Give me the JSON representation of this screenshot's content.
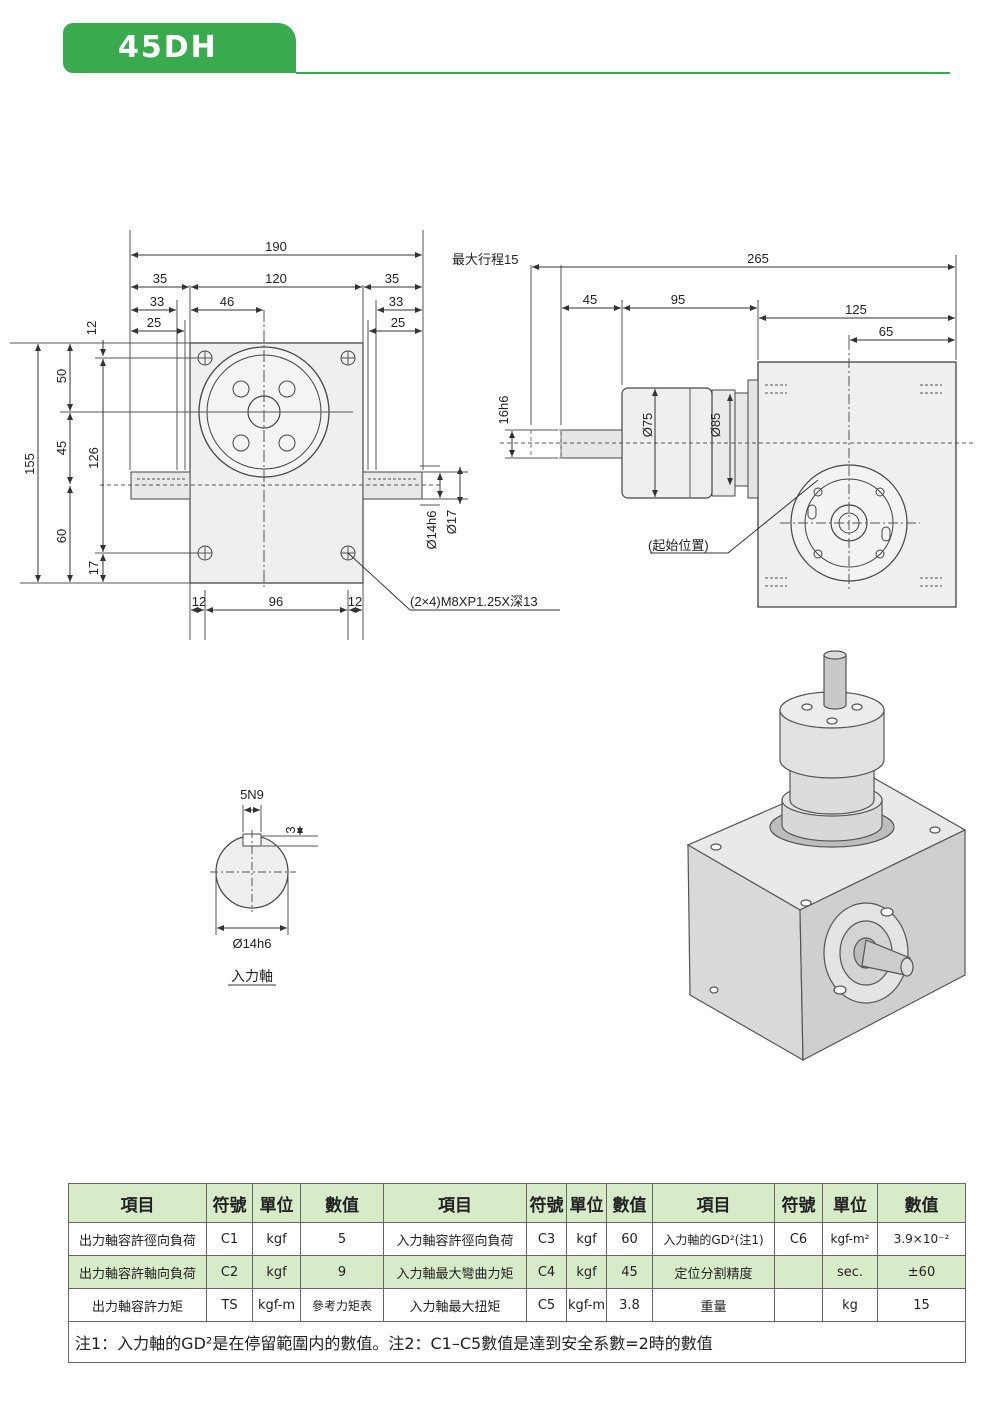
{
  "header": {
    "model": "45DH",
    "accent_color": "#3aaa4f"
  },
  "front_view": {
    "dims": {
      "w190": "190",
      "w35_left": "35",
      "w120": "120",
      "w35_right": "35",
      "w33_left": "33",
      "w46": "46",
      "w33_right": "33",
      "w25_left": "25",
      "w25_right": "25",
      "h12": "12",
      "h50": "50",
      "h45": "45",
      "h126": "126",
      "h155": "155",
      "h60": "60",
      "h17": "17",
      "b12_left": "12",
      "b96": "96",
      "b12_right": "12",
      "shaft_d14": "Ø14h6",
      "shaft_d17": "Ø17"
    },
    "thread_note": "(2×4)M8XP1.25X深13"
  },
  "side_view": {
    "dims": {
      "stroke": "最大行程15",
      "w265": "265",
      "w45": "45",
      "w95": "95",
      "w125": "125",
      "w65": "65",
      "d16": "16h6",
      "d75": "Ø75",
      "d85": "Ø85"
    },
    "start_note": "(起始位置)"
  },
  "shaft_section": {
    "keyway": "5N9",
    "depth": "3",
    "diameter": "Ø14h6",
    "caption": "入力軸"
  },
  "table": {
    "headers": [
      "項目",
      "符號",
      "單位",
      "數值",
      "項目",
      "符號",
      "單位",
      "數值",
      "項目",
      "符號",
      "單位",
      "數值"
    ],
    "rows": [
      [
        "出力軸容許徑向負荷",
        "C1",
        "kgf",
        "5",
        "入力軸容許徑向負荷",
        "C3",
        "kgf",
        "60",
        "入力軸的GD²(注1)",
        "C6",
        "kgf-m²",
        "3.9×10⁻²"
      ],
      [
        "出力軸容許軸向負荷",
        "C2",
        "kgf",
        "9",
        "入力軸最大彎曲力矩",
        "C4",
        "kgf",
        "45",
        "定位分割精度",
        "",
        "sec.",
        "±60"
      ],
      [
        "出力軸容許力矩",
        "TS",
        "kgf-m",
        "參考力矩表",
        "入力軸最大扭矩",
        "C5",
        "kgf-m",
        "3.8",
        "重量",
        "",
        "kg",
        "15"
      ]
    ],
    "note": "注1：入力軸的GD²是在停留範圍内的數值。注2：C1–C5數值是達到安全系數=2時的數值"
  }
}
